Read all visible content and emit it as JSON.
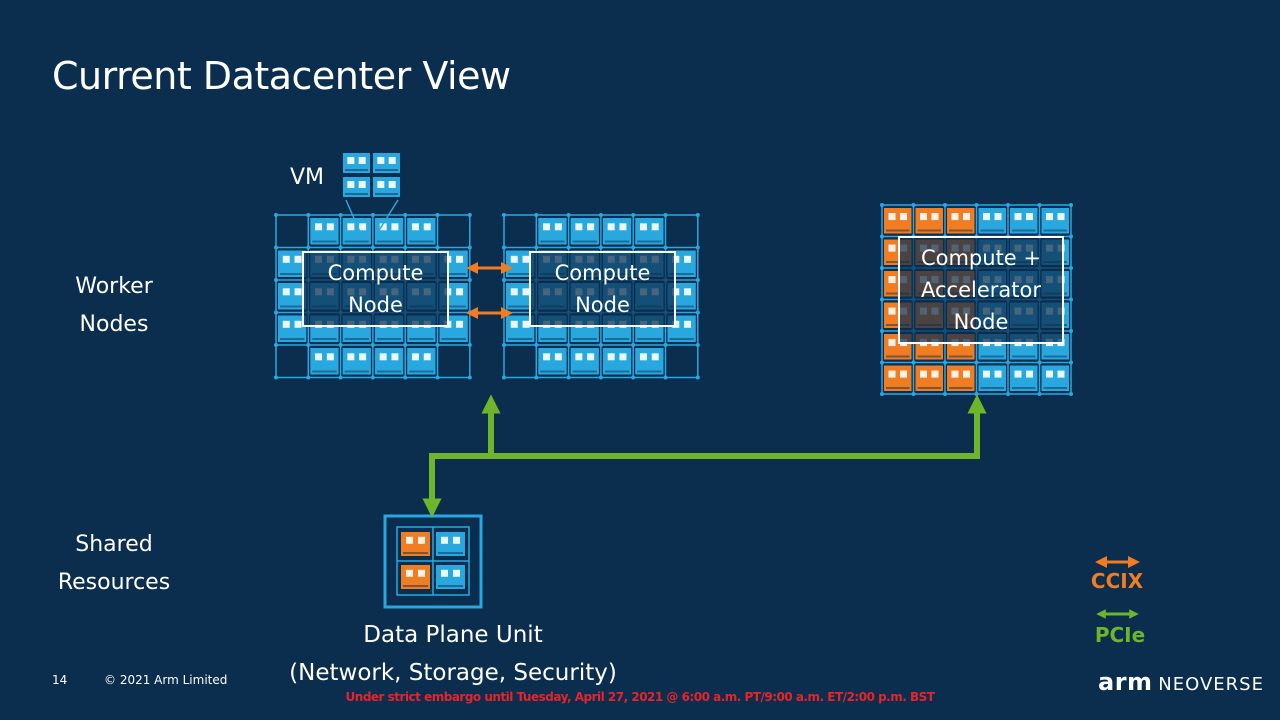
{
  "slide": {
    "title": "Current Datacenter View",
    "page_number": "14",
    "copyright": "© 2021 Arm Limited",
    "embargo": "Under strict embargo until Tuesday, April 27, 2021 @ 6:00 a.m. PT/9:00 a.m. ET/2:00 p.m. BST"
  },
  "rows": {
    "worker_line1": "Worker",
    "worker_line2": "Nodes",
    "shared_line1": "Shared",
    "shared_line2": "Resources"
  },
  "nodes": {
    "vm_label": "VM",
    "compute1_line1": "Compute",
    "compute1_line2": "Node",
    "compute2_line1": "Compute",
    "compute2_line2": "Node",
    "accel_line1": "Compute +",
    "accel_line2": "Accelerator",
    "accel_line3": "Node"
  },
  "dpu": {
    "line1": "Data Plane Unit",
    "line2": "(Network, Storage, Security)"
  },
  "legend": {
    "ccix": "CCIX",
    "pcie": "PCIe"
  },
  "brand": {
    "arm": "arm",
    "neoverse": "NEOVERSE"
  },
  "colors": {
    "background": "#0b2d4e",
    "grid": "#29a8e0",
    "vm_tile": "#29a8e0",
    "accelerator_tile": "#f07d22",
    "ccix": "#f07d22",
    "pcie": "#6fb52c",
    "embargo": "#e8232a"
  }
}
